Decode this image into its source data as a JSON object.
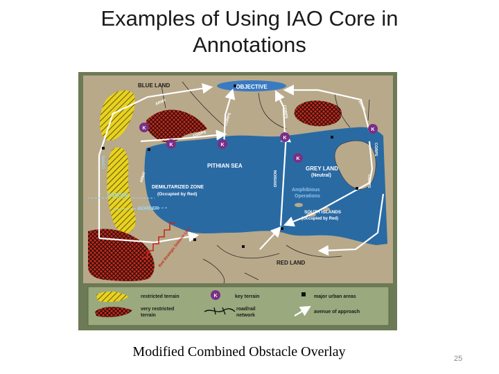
{
  "slide": {
    "title_line1": "Examples of Using IAO Core in",
    "title_line2": "Annotations",
    "caption": "Modified Combined Obstacle Overlay",
    "page_number": "25"
  },
  "map": {
    "labels": {
      "blue_land": "BLUE LAND",
      "objective": "OBJECTIVE",
      "pithian_sea": "PITHIAN SEA",
      "grey_land": "GREY LAND",
      "grey_land_sub": "(Neutral)",
      "dmz": "DEMILITARIZED ZONE",
      "dmz_sub": "(Occupied by Red)",
      "amphibious_1": "Amphibious",
      "amphibious_2": "Operations",
      "south_islands": "SOUTH ISLANDS",
      "south_islands_sub": "(Occupied by Red)",
      "red_land": "RED LAND",
      "border_1": "BORDER",
      "border_2": "BORDER",
      "red_strategic": "Red Strategic Defense Line",
      "army_1": "ARMY",
      "army_2": "ARMY",
      "army_3": "ARMY",
      "corps_1": "CORPS",
      "corps_2": "CORPS",
      "corps_3": "CORPS",
      "corps_4": "CORPS",
      "corps_5": "CORPS",
      "corps_6": "CORPS",
      "division": "DIVISION",
      "key_marker": "K"
    },
    "legend": {
      "restricted": "restricted terrain",
      "very_restricted_1": "very restricted",
      "very_restricted_2": "terrain",
      "key_terrain": "key terrain",
      "road_rail_1": "road/rail",
      "road_rail_2": "network",
      "urban": "major urban areas",
      "avenue": "avenue of approach"
    },
    "colors": {
      "land": "#b8a98a",
      "sea": "#2a6aa3",
      "restricted": "#e8d21e",
      "very_restricted": "#c4281c",
      "key_terrain": "#7a2f86",
      "legend_bg": "#9aa97e",
      "frame": "#6c7a55"
    }
  }
}
